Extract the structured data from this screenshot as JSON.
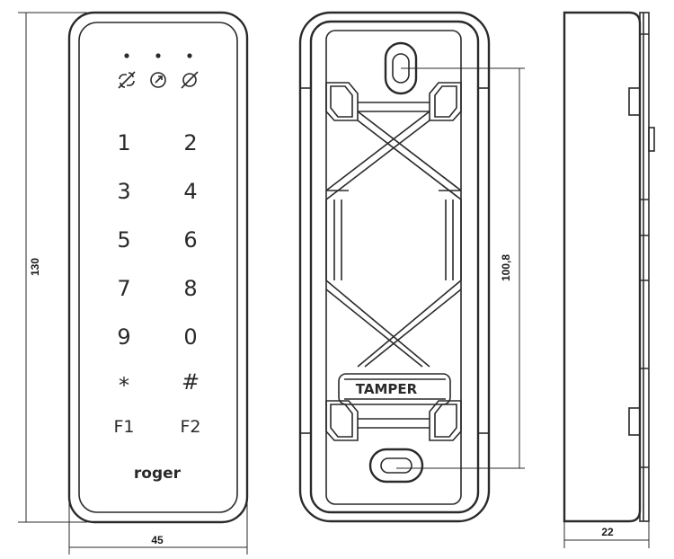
{
  "front_view": {
    "brand_logo": "roger",
    "keys": [
      "1",
      "2",
      "3",
      "4",
      "5",
      "6",
      "7",
      "8",
      "9",
      "0",
      "*",
      "#",
      "F1",
      "F2"
    ],
    "indicators": [
      "link-broken-icon",
      "power-icon",
      "circle-slash-icon"
    ]
  },
  "back_view": {
    "tamper_label": "TAMPER"
  },
  "dimensions": {
    "height": "130",
    "width": "45",
    "mount_spacing": "100,8",
    "depth": "22"
  }
}
